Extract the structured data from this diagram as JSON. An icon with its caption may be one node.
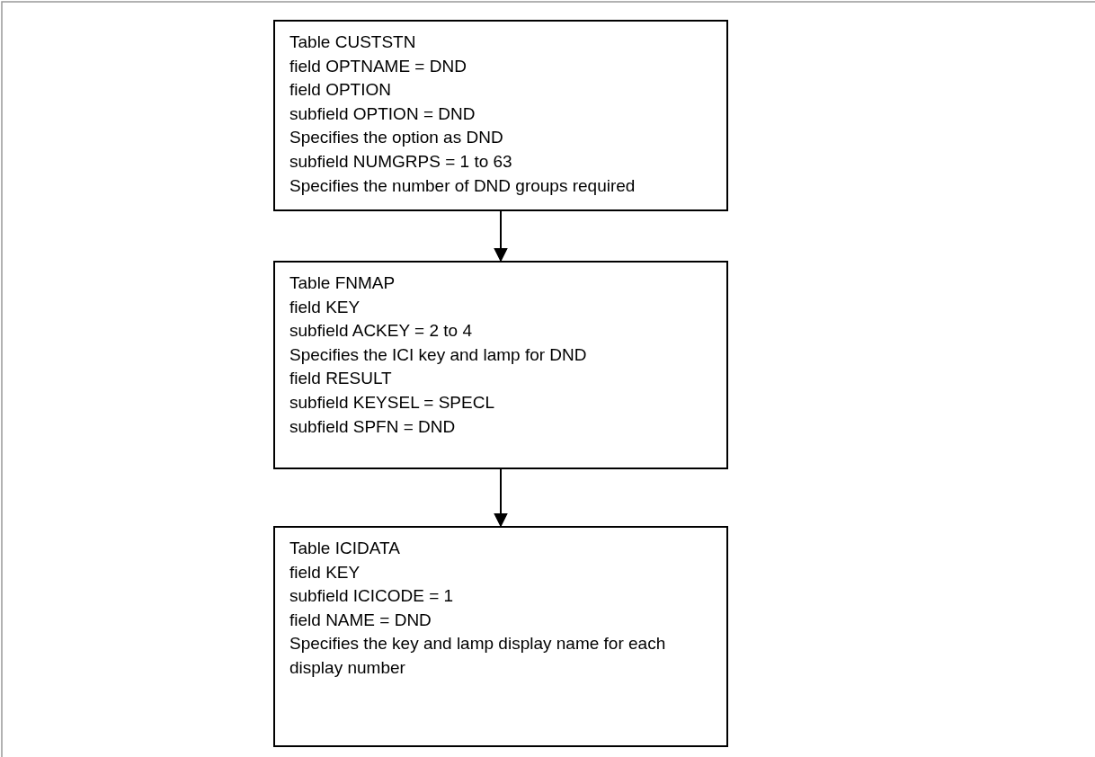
{
  "diagram": {
    "nodes": [
      {
        "text": [
          "Table CUSTSTN",
          "field OPTNAME = DND",
          "field OPTION",
          "subfield OPTION = DND",
          "Specifies the option as DND",
          "subfield NUMGRPS = 1 to 63",
          "Specifies the number of DND groups required"
        ]
      },
      {
        "text": [
          "Table FNMAP",
          "field KEY",
          "subfield ACKEY = 2 to 4",
          "Specifies the ICI key and lamp for DND",
          "field RESULT",
          "subfield KEYSEL = SPECL",
          "subfield SPFN = DND"
        ]
      },
      {
        "text": [
          "Table ICIDATA",
          "field KEY",
          "subfield ICICODE = 1",
          "field NAME = DND",
          "Specifies the key and lamp display name for each display number"
        ]
      }
    ],
    "edges": [
      {
        "from": 0,
        "to": 1,
        "arrow": "to"
      },
      {
        "from": 1,
        "to": 2,
        "arrow": "to"
      }
    ]
  }
}
